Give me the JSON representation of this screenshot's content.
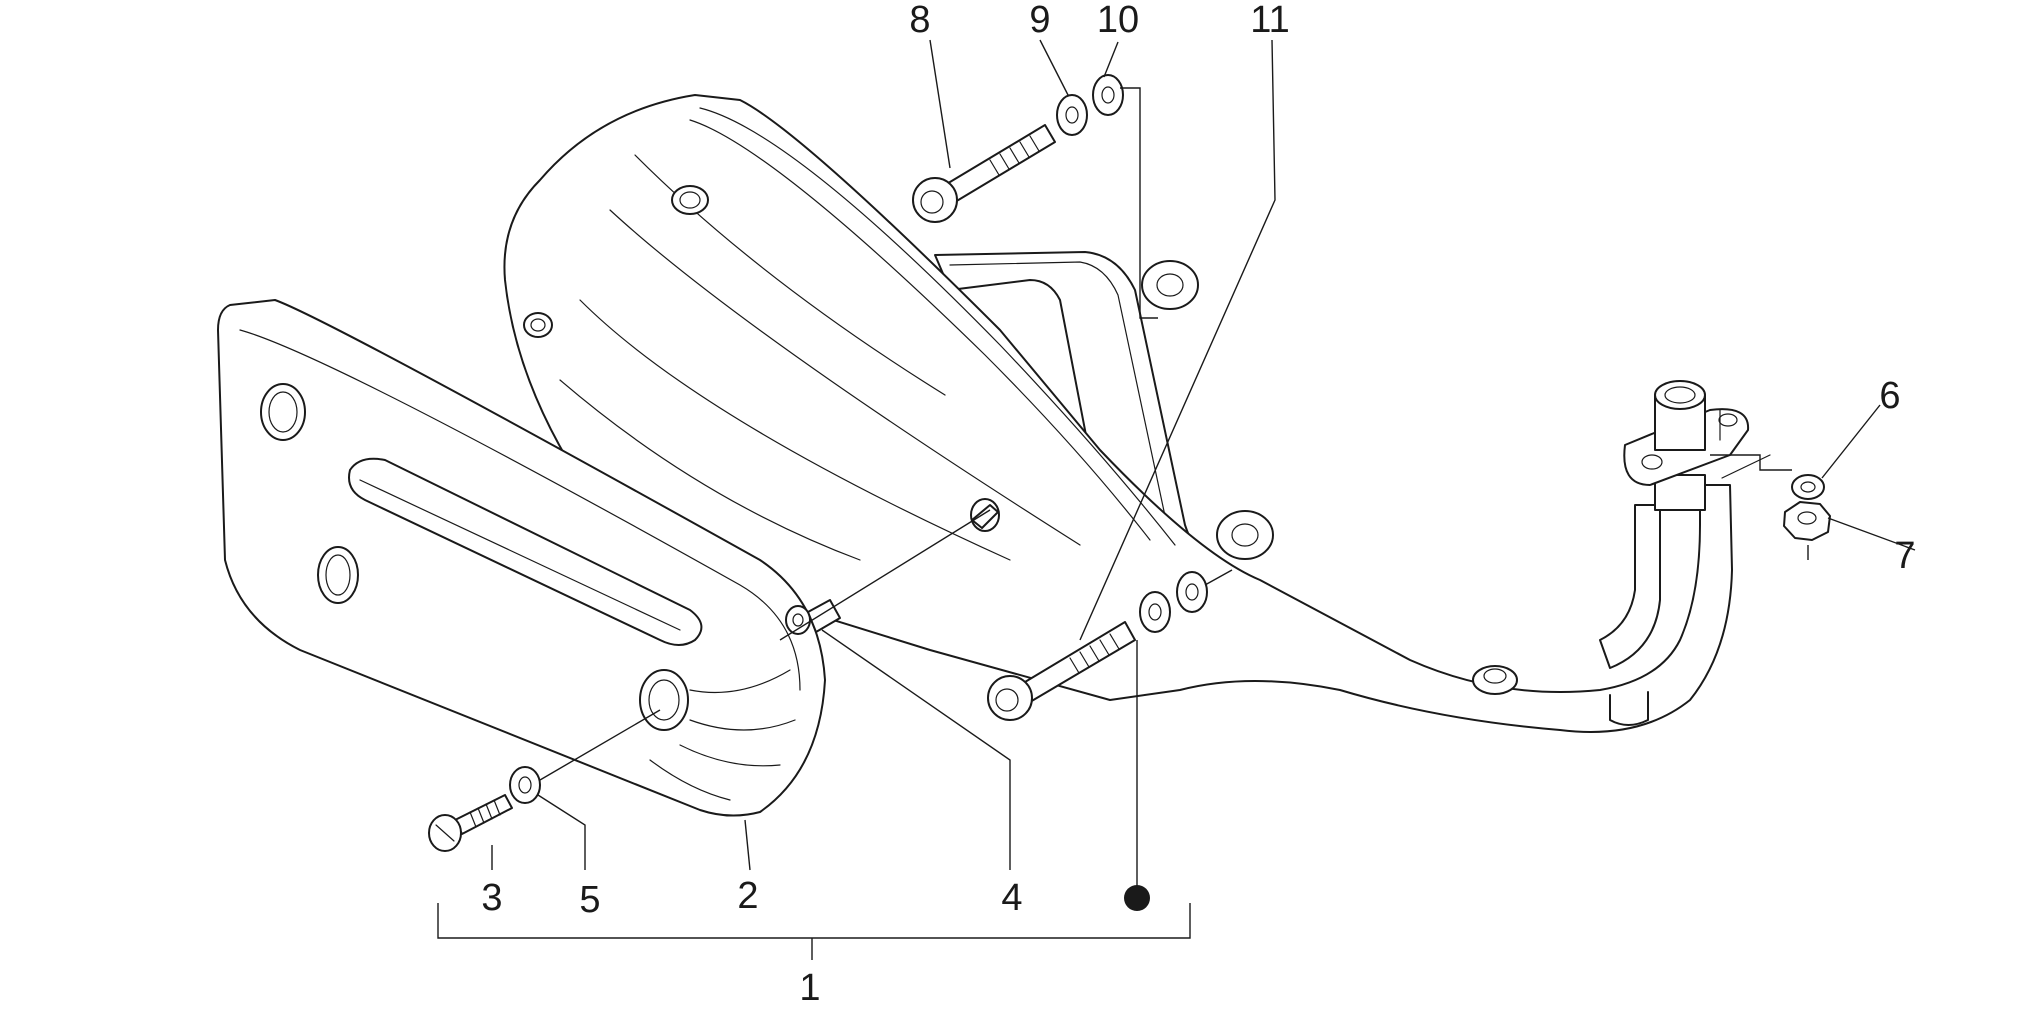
{
  "diagram": {
    "callouts": {
      "c1": "1",
      "c2": "2",
      "c3": "3",
      "c4": "4",
      "c5": "5",
      "c6": "6",
      "c7": "7",
      "c8": "8",
      "c9": "9",
      "c10": "10",
      "c11": "11"
    },
    "ink_color": "#1a1a1a",
    "background_color": "#ffffff"
  }
}
